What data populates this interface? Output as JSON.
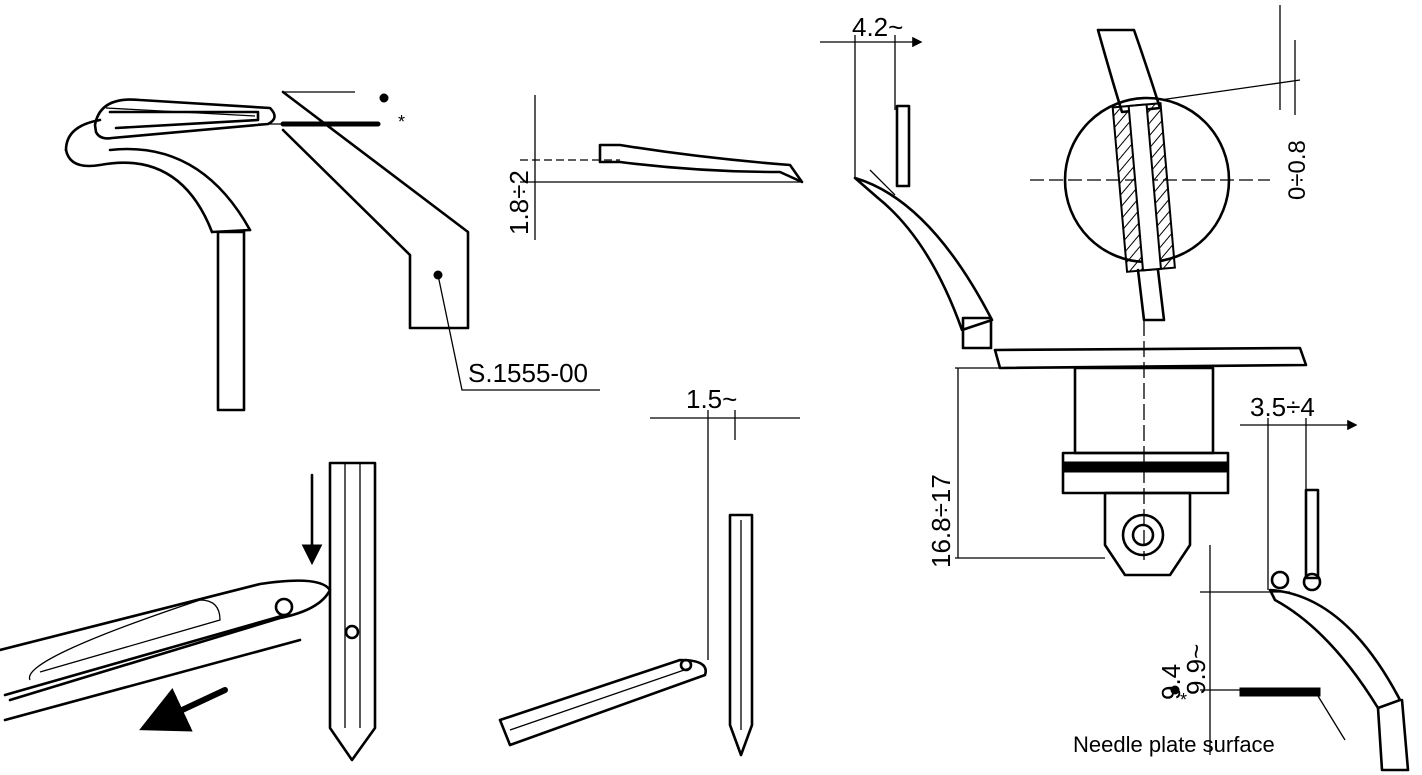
{
  "part_number": "S.1555-00",
  "dimensions": {
    "looper_tip_height": "1.8÷2",
    "looper_spacing_top": "4.2~",
    "needle_clearance_small": "1.5~",
    "needle_bar_height": "16.8÷17",
    "looper_spacing_right": "3.5÷4",
    "gauge_clearance": "0÷0.8",
    "looper_height_dot": "9.4",
    "looper_height_star": "9.9~"
  },
  "markers": {
    "dot": "•",
    "star": "*"
  },
  "callouts": {
    "needle_plate_surface": "Needle plate surface"
  }
}
